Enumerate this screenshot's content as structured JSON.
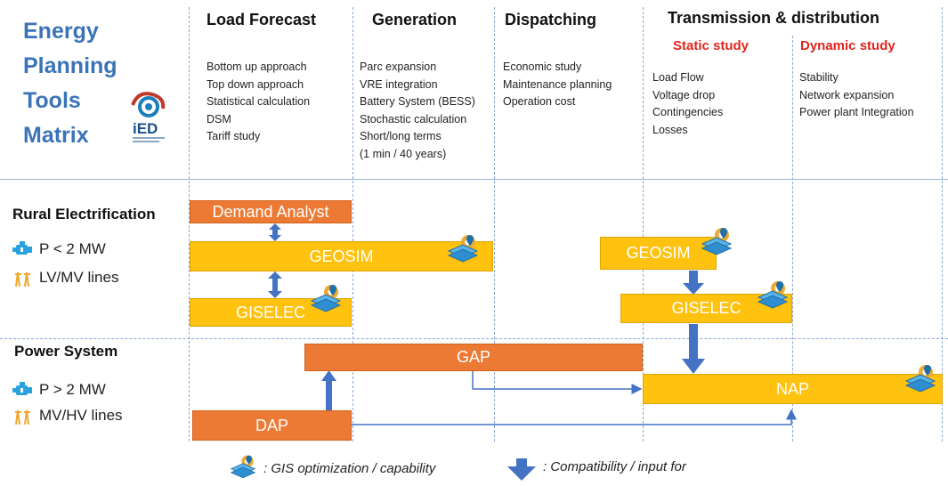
{
  "title": {
    "lines": [
      "Energy",
      "Planning",
      "Tools",
      "Matrix"
    ]
  },
  "logo": {
    "text": "iED"
  },
  "columns": {
    "load_forecast": {
      "heading": "Load Forecast",
      "items": [
        "Bottom up approach",
        "Top down approach",
        "Statistical calculation",
        "DSM",
        "Tariff study"
      ]
    },
    "generation": {
      "heading": "Generation",
      "items": [
        "Parc expansion",
        "VRE integration",
        "Battery System (BESS)",
        "Stochastic calculation",
        "Short/long terms",
        "(1 min / 40 years)"
      ]
    },
    "dispatching": {
      "heading": "Dispatching",
      "items": [
        "Economic study",
        "Maintenance planning",
        "Operation cost"
      ]
    },
    "transmission": {
      "heading": "Transmission & distribution",
      "static": {
        "heading": "Static study",
        "items": [
          "Load Flow",
          "Voltage drop",
          "Contingencies",
          "Losses"
        ]
      },
      "dynamic": {
        "heading": "Dynamic study",
        "items": [
          "Stability",
          "Network expansion",
          "Power plant Integration"
        ]
      }
    }
  },
  "sections": {
    "rural": {
      "title": "Rural Electrification",
      "power": "P < 2 MW",
      "lines": "LV/MV lines"
    },
    "power_system": {
      "title": "Power System",
      "power": "P > 2 MW",
      "lines": "MV/HV lines"
    }
  },
  "tools": {
    "demand_analyst": "Demand Analyst",
    "geosim_left": "GEOSIM",
    "giselec_left": "GISELEC",
    "geosim_right": "GEOSIM",
    "giselec_right": "GISELEC",
    "gap": "GAP",
    "nap": "NAP",
    "dap": "DAP"
  },
  "legend": {
    "gis": ": GIS optimization / capability",
    "compat": ": Compatibility / input for"
  },
  "colors": {
    "title_blue": "#3a73b8",
    "subheading_red": "#e0251c",
    "orange_box": "#ec7a34",
    "yellow_box": "#ffc20e",
    "arrow_blue": "#4472c4",
    "icon_blue": "#29a3e0",
    "icon_orange": "#f0a830"
  },
  "icons": {
    "gis": "gis-optimization-icon",
    "compat": "compatibility-arrow-icon",
    "engine": "engine-icon",
    "pylon": "power-pylon-icon"
  }
}
